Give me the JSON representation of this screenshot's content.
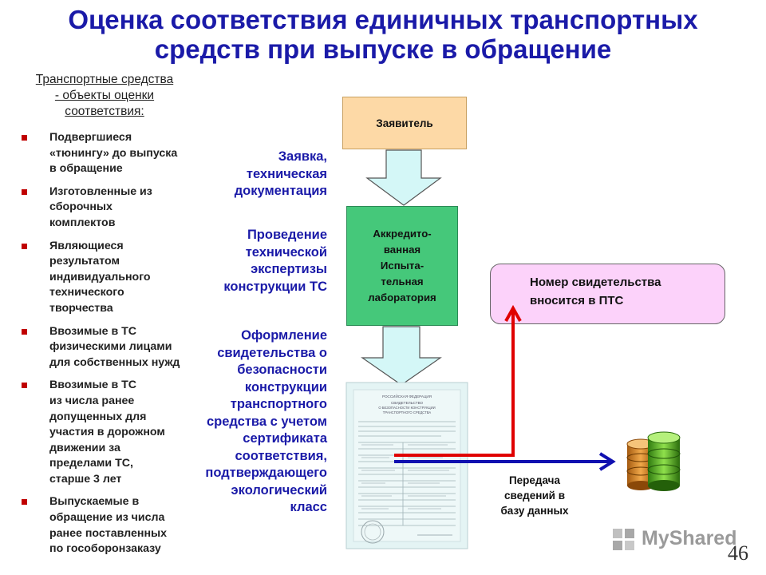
{
  "title": {
    "line1": "Оценка соответствия единичных транспортных",
    "line2": "средств при выпуске в обращение"
  },
  "left_panel": {
    "heading": "Транспортные средства\n- объекты оценки\nсоответствия:",
    "items": [
      "Подвергшиеся\n«тюнингу» до выпуска\nв обращение",
      "Изготовленные из\nсборочных\nкомплектов",
      "Являющиеся\nрезультатом\nиндивидуального\nтехнического\nтворчества",
      "Ввозимые в ТС\nфизическими лицами\nдля собственных нужд",
      "Ввозимые в ТС\nиз числа ранее\nдопущенных для\nучастия в дорожном\nдвижении за\nпределами ТС,\nстарше 3 лет",
      "Выпускаемые в\nобращение из числа\nранее поставленных\nпо гособоронзаказу"
    ]
  },
  "steps": {
    "step1": "Заявка,\nтехническая\nдокументация",
    "step2": "Проведение\nтехнической\nэкспертизы\nконструкции ТС",
    "step3": "Оформление\nсвидетельства о\nбезопасности\nконструкции\nтранспортного\nсредства с учетом\nсертификата\nсоответствия,\nподтверждающего\nэкологический\nкласс"
  },
  "boxes": {
    "applicant": "Заявитель",
    "lab": "Аккредито-\nванная\nИспыта-\nтельная\nлаборатория",
    "pts": "Номер свидетельства\nвносится в ПТС"
  },
  "transfer_label": "Передача\nсведений в\nбазу данных",
  "certificate": {
    "header1": "РОССИЙСКАЯ ФЕДЕРАЦИЯ",
    "header2": "СВИДЕТЕЛЬСТВО",
    "header3": "О БЕЗОПАСНОСТИ КОНСТРУКЦИИ",
    "header4": "ТРАНСПОРТНОГО СРЕДСТВА"
  },
  "page_number": "46",
  "watermark": "MyShared",
  "colors": {
    "title": "#1a1aa8",
    "step_text": "#1a1aa8",
    "bullet": "#c00000",
    "applicant_box": "#fdd9a6",
    "lab_box": "#45c87a",
    "pts_box": "#fcd2fa",
    "arrow_fill": "#d4f7f7",
    "red_arrow": "#e00000",
    "blue_arrow": "#1010b0"
  },
  "icons": [
    "down-arrow-icon",
    "database-icon",
    "certificate-document-icon",
    "myshared-logo-icon"
  ]
}
